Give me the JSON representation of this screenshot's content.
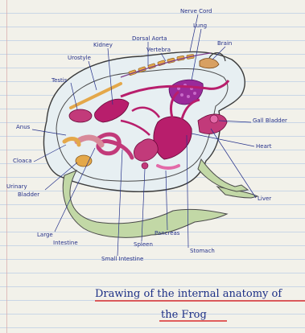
{
  "labels": {
    "nerve_cord": "Nerve Cord",
    "lung": "Lung",
    "brain": "Brain",
    "kidney": "Kidney",
    "dorsal_aorta": "Dorsal Aorta",
    "vertebra": "Vertebra",
    "urostyle": "Urostyle",
    "testis": "Testis",
    "anus": "Anus",
    "cloaca": "Cloaca",
    "urinary": "Urinary",
    "bladder": "Bladder",
    "large": "Large",
    "intestine": "Intestine",
    "small_intestine": "Small Intestine",
    "spleen": "Spleen",
    "pancreas": "Pancreas",
    "stomach": "Stomach",
    "gall_bladder": "Gall Bladder",
    "heart": "Heart",
    "liver": "Liver"
  },
  "title": {
    "line1": "Drawing of the internal anatomy of",
    "line2": "the Frog"
  },
  "colors": {
    "ink": "#25318a",
    "title_underline": "#d92c2c",
    "organ": "#b81e6c",
    "organ_light": "#d55aa0",
    "lung": "#9a2a9a",
    "bone": "#e4a84a",
    "limb": "#bcd39f",
    "body": "#e6eef1"
  }
}
